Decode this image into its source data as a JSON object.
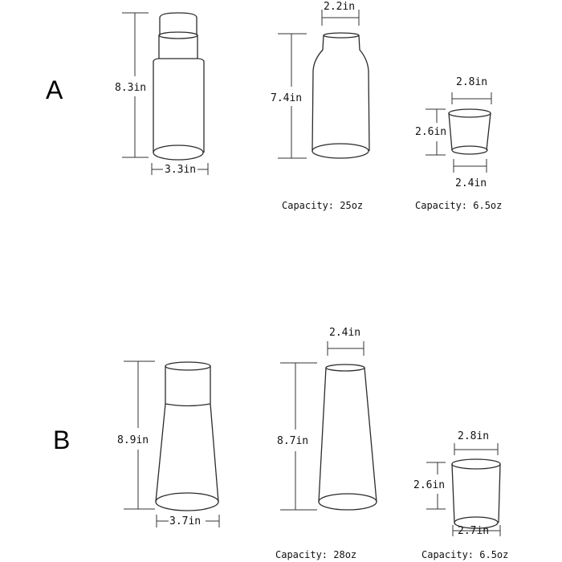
{
  "set_a": {
    "label": "A",
    "carafe_height": "8.3in",
    "carafe_base": "3.3in",
    "bottle_top": "2.2in",
    "bottle_height": "7.4in",
    "bottle_capacity": "Capacity: 25oz",
    "cup_top": "2.8in",
    "cup_height": "2.6in",
    "cup_base": "2.4in",
    "cup_capacity": "Capacity: 6.5oz"
  },
  "set_b": {
    "label": "B",
    "carafe_height": "8.9in",
    "carafe_base": "3.7in",
    "bottle_top": "2.4in",
    "bottle_height": "8.7in",
    "bottle_capacity": "Capacity: 28oz",
    "cup_top": "2.8in",
    "cup_height": "2.6in",
    "cup_base": "2.7in",
    "cup_capacity": "Capacity: 6.5oz"
  }
}
